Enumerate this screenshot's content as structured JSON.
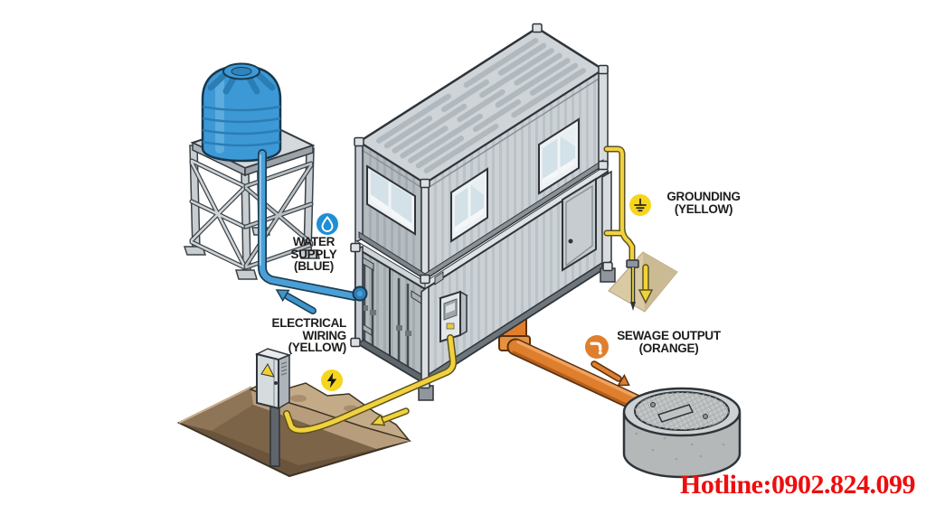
{
  "legend": {
    "water": {
      "lines": [
        "WATER",
        "SUPPLY",
        "(BLUE)"
      ]
    },
    "electrical": {
      "lines": [
        "ELECTRICAL",
        "WIRING",
        "(YELLOW)"
      ]
    },
    "grounding": {
      "lines": [
        "GROUNDING",
        "(YELLOW)"
      ]
    },
    "sewage": {
      "lines": [
        "SEWAGE OUTPUT",
        "(ORANGE)"
      ]
    }
  },
  "footer": {
    "hotline": "Hotline:0902.824.099"
  },
  "icons": {
    "water": "water-drop-icon",
    "electrical": "lightning-bolt-icon",
    "grounding": "earth-ground-icon",
    "sewage": "pipe-outlet-icon"
  },
  "colors": {
    "water_blue": "#3d99d6",
    "pipe_blue": "#4aa0d6",
    "utility_yellow": "#f2d23c",
    "sewage_orange": "#df7f2e",
    "container_gray": "#ccd2d6",
    "icon_water_bg": "#1e8fd5",
    "icon_electric_bg": "#f6d51f",
    "icon_ground_bg": "#f6d51f",
    "icon_sewage_bg": "#df7f2e",
    "label_text": "#1d1d1b",
    "hotline_red": "#ee0d0d"
  }
}
